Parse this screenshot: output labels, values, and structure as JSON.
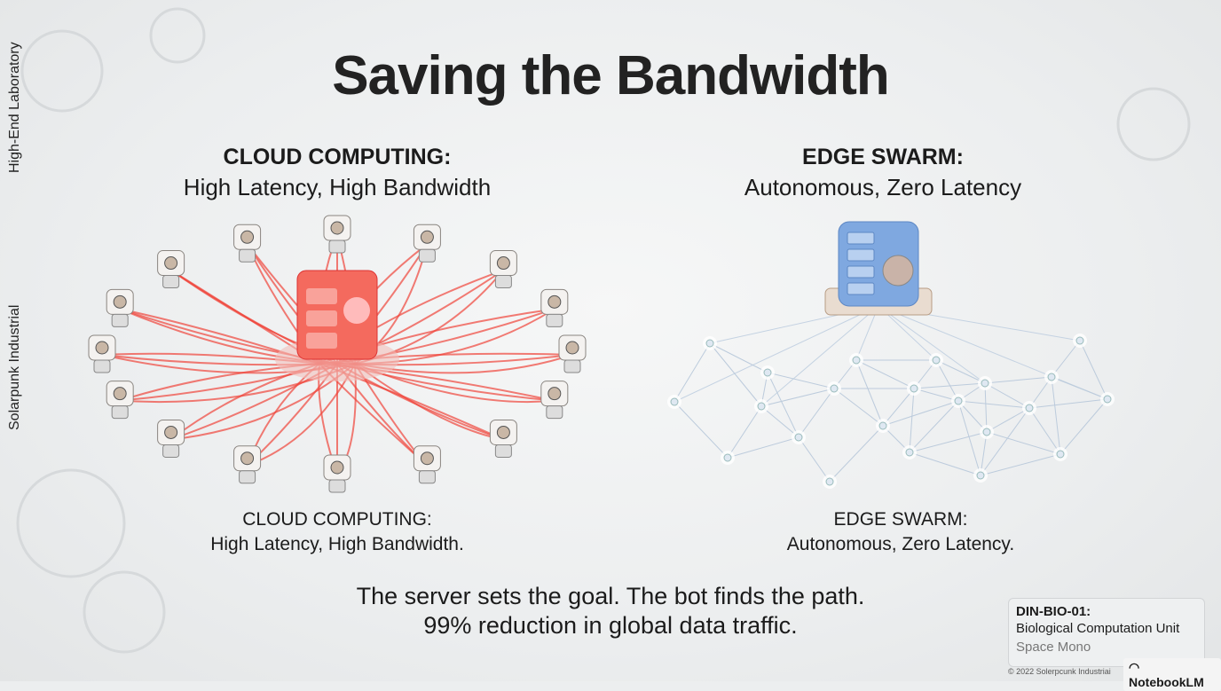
{
  "side_labels": [
    "High-End Laboratory",
    "Solarpunk Industrial"
  ],
  "title": "Saving the Bandwidth",
  "left": {
    "heading": "CLOUD COMPUTING:",
    "subheading": "High Latency, High Bandwidth",
    "caption_1": "CLOUD COMPUTING:",
    "caption_2": "High Latency, High Bandwidth."
  },
  "right": {
    "heading": "EDGE SWARM:",
    "subheading": "Autonomous, Zero Latency",
    "caption_1": "EDGE SWARM:",
    "caption_2": "Autonomous, Zero Latency."
  },
  "tagline": [
    "The server sets the goal. The bot finds the path.",
    "99% reduction in global data traffic."
  ],
  "card": {
    "id": "DIN-BIO-01:",
    "name": "Biological Computation Unit",
    "font_note": "Space Mono"
  },
  "copyright": "© 2022 Solerpcunk Industriai",
  "badge": "NotebookLM",
  "colors": {
    "cloud": "#f0443a",
    "edge": "#7fa8e0"
  }
}
